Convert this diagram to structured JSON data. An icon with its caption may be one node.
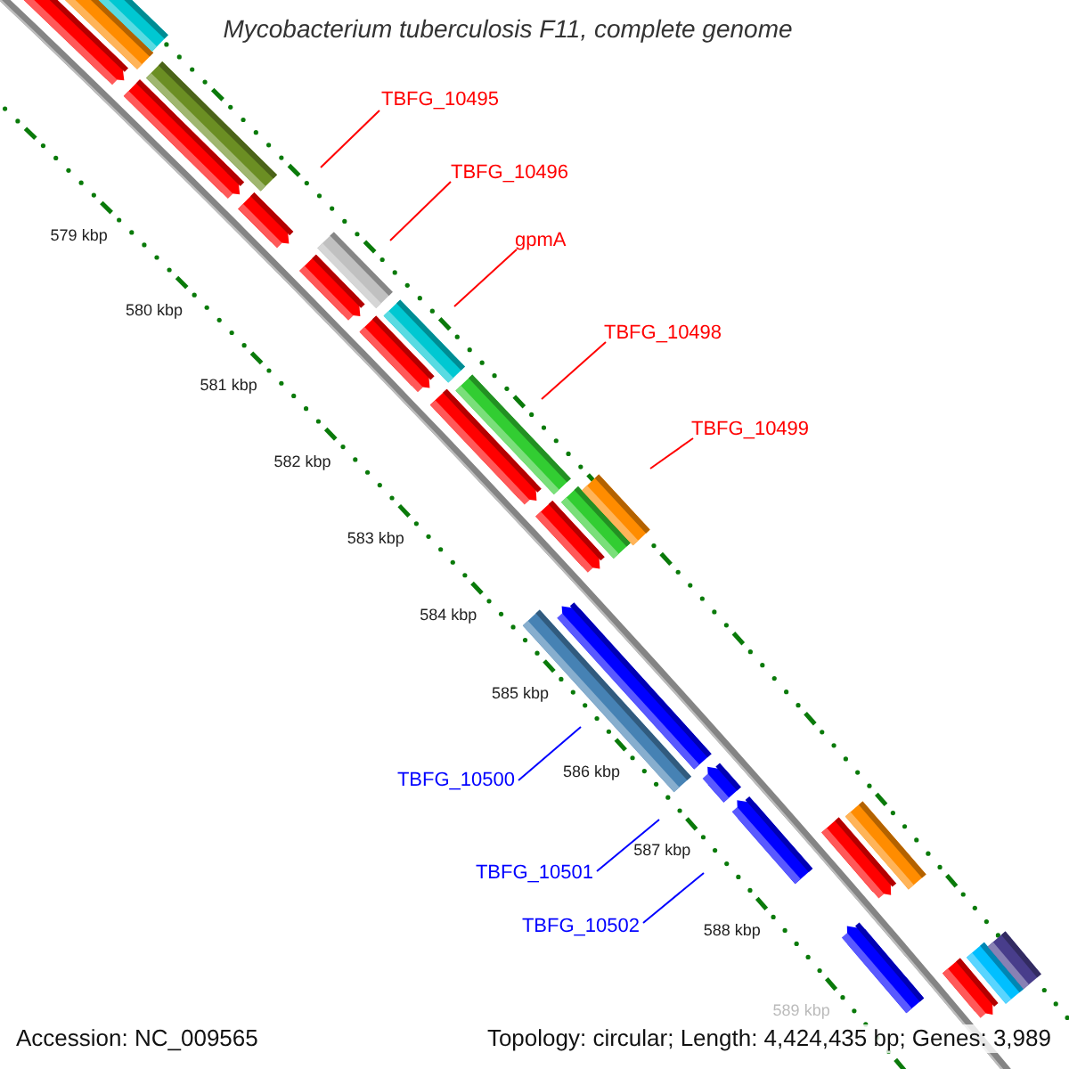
{
  "diagram": {
    "title": "Mycobacterium tuberculosis F11, complete genome",
    "nodes": [
      {
        "text": [
          "TBFG_10495"
        ]
      },
      {
        "text": [
          "TBFG_10496"
        ]
      },
      {
        "text": [
          "gpmA"
        ]
      },
      {
        "text": [
          "TBFG_10498"
        ]
      },
      {
        "text": [
          "TBFG_10499"
        ]
      },
      {
        "text": [
          "TBFG_10500"
        ]
      },
      {
        "text": [
          "TBFG_10501"
        ]
      },
      {
        "text": [
          "TBFG_10502"
        ]
      },
      {
        "text": [],
        "shape": "pentagon"
      },
      {
        "text": [],
        "shape": "box"
      },
      {
        "text": [],
        "shape": "box"
      },
      {
        "text": [],
        "shape": "pentagon"
      },
      {
        "text": [],
        "shape": "box"
      },
      {
        "text": [],
        "shape": "pentagon"
      },
      {
        "text": [],
        "shape": "box"
      },
      {
        "text": [],
        "shape": "pentagon"
      },
      {
        "text": [],
        "shape": "pentagon"
      },
      {
        "text": [],
        "shape": "box"
      },
      {
        "text": [],
        "shape": "pentagon"
      },
      {
        "text": [],
        "shape": "box"
      },
      {
        "text": [],
        "shape": "pentagon"
      },
      {
        "text": [],
        "shape": "box"
      },
      {
        "text": [],
        "shape": "box"
      },
      {
        "text": [],
        "shape": "box"
      },
      {
        "text": [],
        "shape": "pentagon"
      },
      {
        "text": [],
        "shape": "pentagon"
      },
      {
        "text": [],
        "shape": "pentagon"
      },
      {
        "text": [],
        "shape": "pentagon"
      },
      {
        "text": [],
        "shape": "box"
      },
      {
        "text": [],
        "shape": "pentagon"
      },
      {
        "text": [],
        "shape": "pentagon"
      },
      {
        "text": [],
        "shape": "box"
      },
      {
        "text": [],
        "shape": "box"
      }
    ],
    "edges": [
      {
        "from": 0,
        "to": null,
        "arrow": "none"
      },
      {
        "from": 1,
        "to": null,
        "arrow": "none"
      },
      {
        "from": 2,
        "to": null,
        "arrow": "none"
      },
      {
        "from": 3,
        "to": null,
        "arrow": "none"
      },
      {
        "from": 4,
        "to": null,
        "arrow": "none"
      },
      {
        "from": 5,
        "to": null,
        "arrow": "none",
        "color": "#0000ff"
      },
      {
        "from": 6,
        "to": null,
        "arrow": "none",
        "color": "#0000ff"
      },
      {
        "from": 7,
        "to": null,
        "arrow": "none",
        "color": "#0000ff"
      }
    ],
    "labels": [
      "579 kbp",
      "580 kbp",
      "581 kbp",
      "582 kbp",
      "583 kbp",
      "584 kbp",
      "585 kbp",
      "586 kbp",
      "587 kbp",
      "588 kbp",
      "589 kbp",
      "Accession: NC_009565",
      "Topology: circular; Length: 4,424,435 bp; Genes: 3,989"
    ]
  }
}
